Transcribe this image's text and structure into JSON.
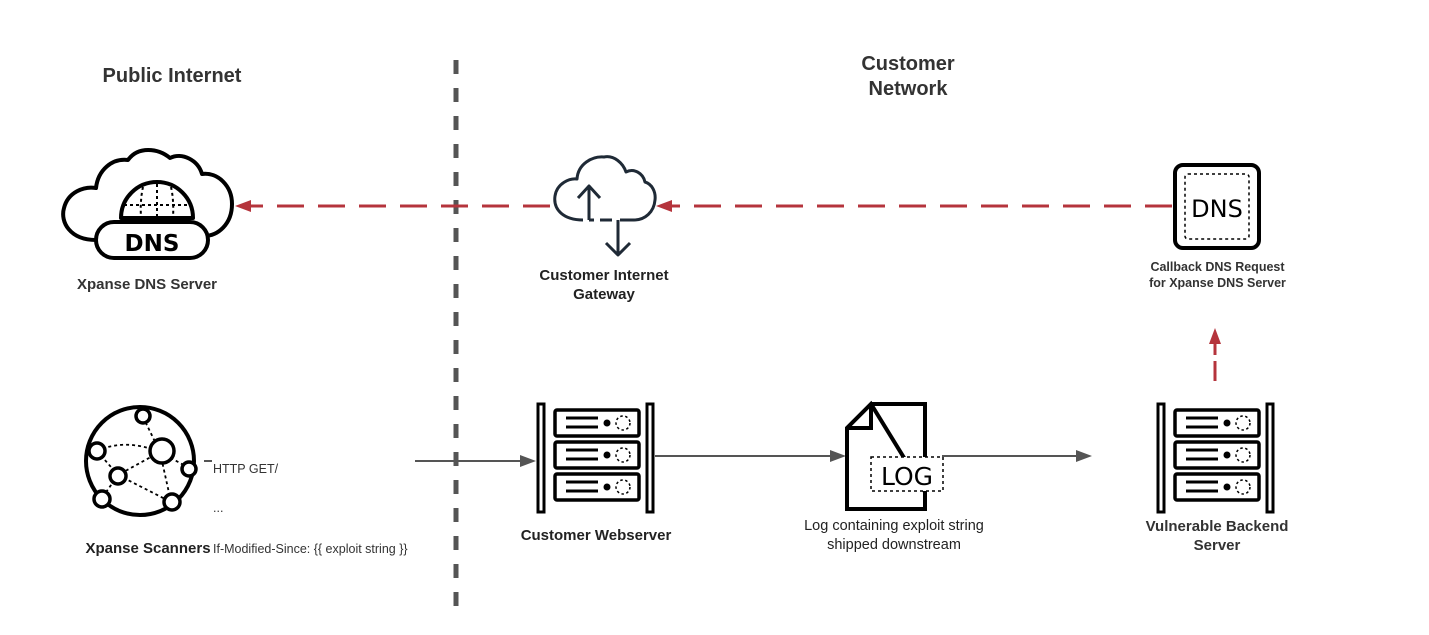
{
  "zones": {
    "public": {
      "title": "Public Internet"
    },
    "customer": {
      "title_line1": "Customer",
      "title_line2": "Network"
    }
  },
  "nodes": {
    "xpanse_dns_server": {
      "label": "Xpanse DNS Server",
      "icon": "dns-cloud-icon",
      "icon_text": "DNS"
    },
    "gateway": {
      "label_line1": "Customer Internet",
      "label_line2": "Gateway",
      "icon": "cloud-upload-download-icon"
    },
    "callback_dns": {
      "label_line1": "Callback DNS Request",
      "label_line2": "for Xpanse DNS Server",
      "icon": "dns-box-icon",
      "icon_text": "DNS"
    },
    "scanners": {
      "label": "Xpanse Scanners",
      "icon": "network-globe-icon"
    },
    "webserver": {
      "label": "Customer Webserver",
      "icon": "server-rack-icon"
    },
    "log": {
      "label_line1": "Log containing exploit string",
      "label_line2": "shipped downstream",
      "icon": "log-file-icon",
      "icon_text": "LOG"
    },
    "backend": {
      "label_line1": "Vulnerable Backend",
      "label_line2": "Server",
      "icon": "server-rack-icon"
    }
  },
  "edges": {
    "http_request": {
      "line1": "HTTP GET/",
      "line2": "...",
      "line3": "If-Modified-Since: {{ exploit string }}"
    }
  },
  "colors": {
    "callback_arrow": "#b5343c",
    "flow_arrow": "#555555",
    "boundary": "#555555",
    "icon_stroke": "#000000",
    "gateway_icon": "#1f2a36"
  }
}
